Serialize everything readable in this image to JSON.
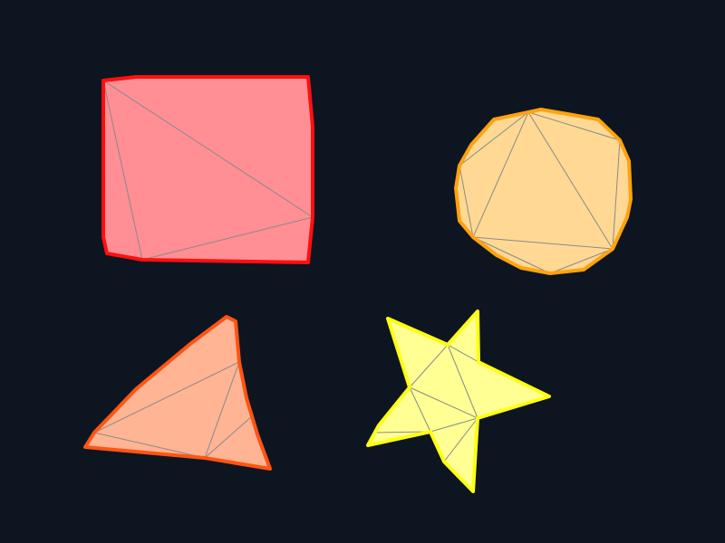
{
  "background_color": "#0d1520",
  "shapes": [
    {
      "id": "square",
      "kind": "quadrilateral",
      "fill_color": "#ff8f94",
      "stroke_color": "#ff0f0f",
      "mesh_color": "#8a8a8a"
    },
    {
      "id": "circle",
      "kind": "circle",
      "fill_color": "#ffd993",
      "stroke_color": "#ffa20f",
      "mesh_color": "#8a8a8a"
    },
    {
      "id": "triangle",
      "kind": "triangle",
      "fill_color": "#ffb494",
      "stroke_color": "#ff5414",
      "mesh_color": "#8a8a8a"
    },
    {
      "id": "star",
      "kind": "star",
      "fill_color": "#ffff94",
      "stroke_color": "#ffff14",
      "mesh_color": "#8a8a8a"
    }
  ]
}
